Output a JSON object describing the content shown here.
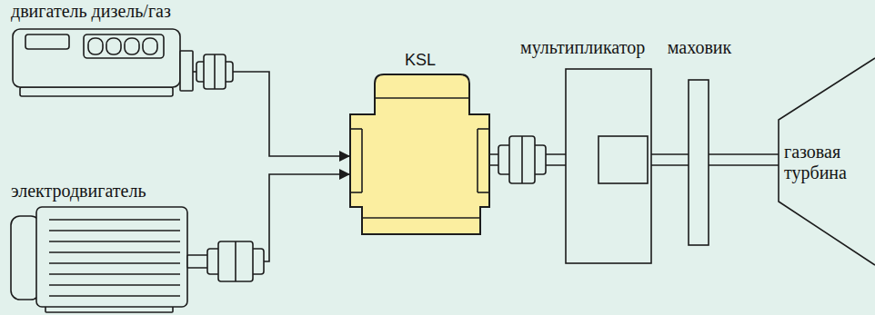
{
  "diagram": {
    "nodes": [
      {
        "text": [
          "двигатель дизель/газ"
        ]
      },
      {
        "text": [
          "электродвигатель"
        ]
      },
      {
        "text": [
          "KSL"
        ]
      },
      {
        "text": [
          "мультипликатор"
        ]
      },
      {
        "text": [
          "маховик"
        ]
      },
      {
        "text": [
          "газовая турбина"
        ]
      }
    ],
    "edges": [
      {
        "from": 0,
        "to": 2,
        "arrow": "to"
      },
      {
        "from": 1,
        "to": 2,
        "arrow": "to"
      },
      {
        "from": 2,
        "to": 3,
        "arrow": "none"
      },
      {
        "from": 3,
        "to": 4,
        "arrow": "none"
      },
      {
        "from": 4,
        "to": 5,
        "arrow": "none"
      }
    ]
  }
}
